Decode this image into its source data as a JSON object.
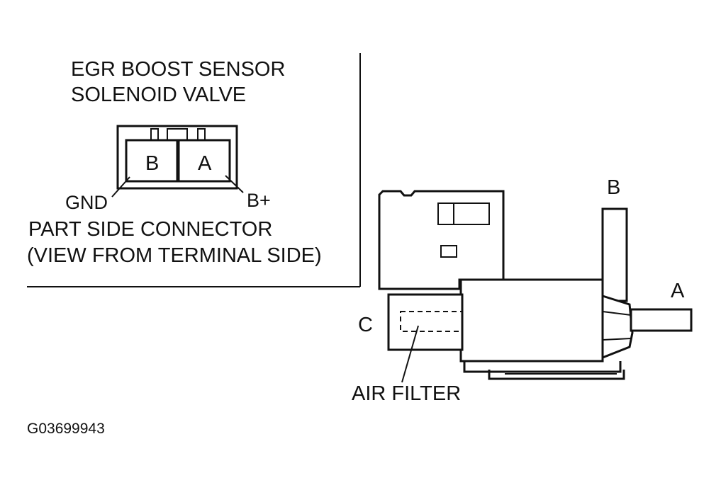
{
  "connector_panel": {
    "title_line1": "EGR BOOST SENSOR",
    "title_line2": "SOLENOID VALVE",
    "terminal_b": "B",
    "terminal_a": "A",
    "gnd_label": "GND",
    "bplus_label": "B+",
    "caption_line1": "PART SIDE CONNECTOR",
    "caption_line2": "(VIEW FROM TERMINAL SIDE)"
  },
  "valve": {
    "port_b": "B",
    "port_a": "A",
    "port_c": "C",
    "air_filter": "AIR FILTER"
  },
  "figure_id": "G03699943"
}
